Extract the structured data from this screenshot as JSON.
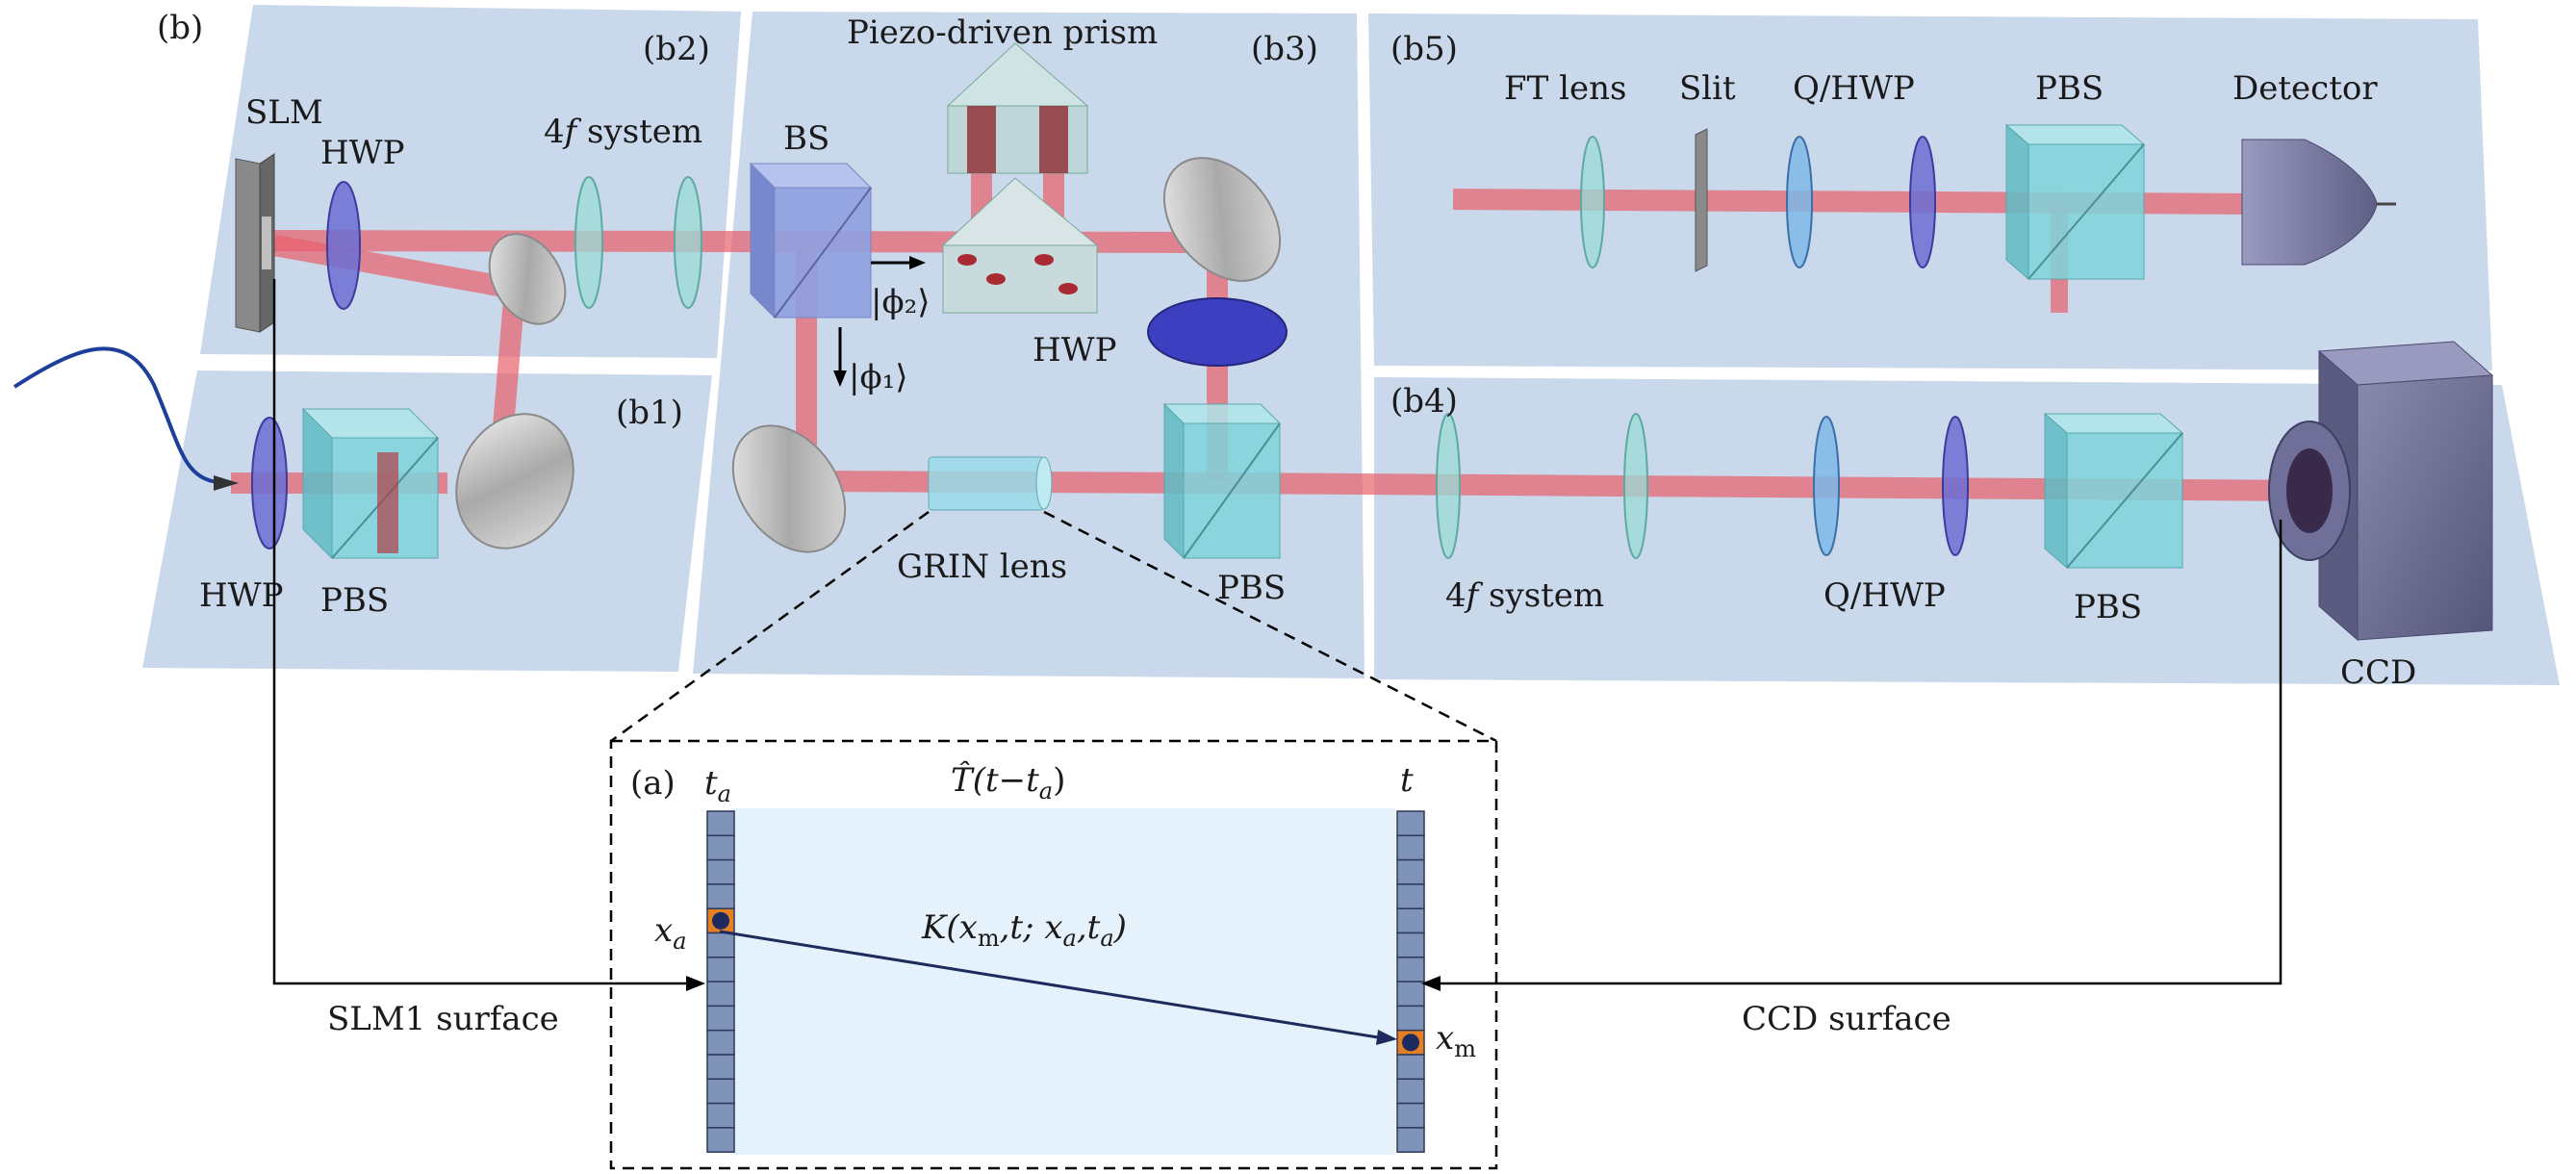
{
  "panels": {
    "b": "(b)",
    "b1": "(b1)",
    "b2": "(b2)",
    "b3": "(b3)",
    "b4": "(b4)",
    "b5": "(b5)",
    "a": "(a)"
  },
  "labels": {
    "slm": "SLM",
    "hwp_top": "HWP",
    "fourf_top_pre": "4",
    "fourf_top_f": "f",
    "fourf_top_post": " system",
    "bs": "BS",
    "piezo": "Piezo-driven prism",
    "phi2": "|ϕ₂⟩",
    "phi1": "|ϕ₁⟩",
    "hwp_mid": "HWP",
    "hwp_b1": "HWP",
    "pbs_b1": "PBS",
    "grin": "GRIN lens",
    "pbs_b3": "PBS",
    "ft_lens": "FT lens",
    "slit": "Slit",
    "qhwp_b5": "Q/HWP",
    "pbs_b5": "PBS",
    "detector": "Detector",
    "fourf_b4_pre": "4",
    "fourf_b4_f": "f",
    "fourf_b4_post": " system",
    "qhwp_b4": "Q/HWP",
    "pbs_b4": "PBS",
    "ccd": "CCD"
  },
  "inset": {
    "t_a_main": "t",
    "t_a_sub": "a",
    "T_hat": "T̂",
    "T_args_1": "(t−t",
    "T_args_sub": "a",
    "T_args_2": ")",
    "t_right": "t",
    "x_a_main": "x",
    "x_a_sub": "a",
    "K_1": "K(x",
    "K_sub1": "m",
    "K_2": ",t; x",
    "K_sub2": "a",
    "K_3": ",t",
    "K_sub3": "a",
    "K_4": ")",
    "x_m_main": "x",
    "x_m_sub": "m",
    "slm1_surface": "SLM1 surface",
    "ccd_surface": "CCD surface"
  },
  "colors": {
    "panel": "#c9d8ea",
    "beam": "#e8606a",
    "pbs": "#7fd4dc",
    "waveplate": "#6d6fd4",
    "lens": "#9adbd6",
    "inset_bg": "#e6f2fb",
    "pixel": "#7f92b8",
    "pixel_hl": "#e67e22",
    "arrow": "#1c2a5e",
    "ccd": "#6f6f9a"
  }
}
